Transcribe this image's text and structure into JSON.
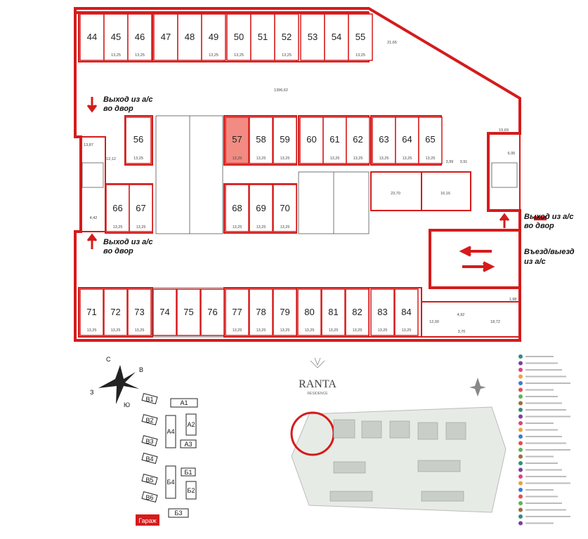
{
  "colors": {
    "wall": "#d51b1b",
    "highlight": "#f28b82",
    "garage": "#d51b1b"
  },
  "spots_top": [
    {
      "n": "44",
      "a": ""
    },
    {
      "n": "45",
      "a": "13,25"
    },
    {
      "n": "46",
      "a": "13,25"
    },
    {
      "n": "47",
      "a": ""
    },
    {
      "n": "48",
      "a": ""
    },
    {
      "n": "49",
      "a": "13,25"
    },
    {
      "n": "50",
      "a": "13,25"
    },
    {
      "n": "51",
      "a": ""
    },
    {
      "n": "52",
      "a": "13,25"
    },
    {
      "n": "53",
      "a": ""
    },
    {
      "n": "54",
      "a": ""
    },
    {
      "n": "55",
      "a": "13,25"
    }
  ],
  "spots_mid_upper": [
    {
      "n": "56",
      "a": "13,25"
    },
    {
      "n": "57",
      "a": "13,25"
    },
    {
      "n": "58",
      "a": "13,25"
    },
    {
      "n": "59",
      "a": "13,25"
    },
    {
      "n": "60",
      "a": ""
    },
    {
      "n": "61",
      "a": "13,25"
    },
    {
      "n": "62",
      "a": "13,25"
    },
    {
      "n": "63",
      "a": "13,25"
    },
    {
      "n": "64",
      "a": "13,25"
    },
    {
      "n": "65",
      "a": "13,25"
    }
  ],
  "spots_mid_lower": [
    {
      "n": "66",
      "a": "13,25"
    },
    {
      "n": "67",
      "a": "13,25"
    },
    {
      "n": "68",
      "a": "13,25"
    },
    {
      "n": "69",
      "a": "13,25"
    },
    {
      "n": "70",
      "a": "13,25"
    }
  ],
  "spots_bottom": [
    {
      "n": "71",
      "a": "13,25"
    },
    {
      "n": "72",
      "a": "13,25"
    },
    {
      "n": "73",
      "a": "13,25"
    },
    {
      "n": "74",
      "a": ""
    },
    {
      "n": "75",
      "a": ""
    },
    {
      "n": "76",
      "a": ""
    },
    {
      "n": "77",
      "a": "13,25"
    },
    {
      "n": "78",
      "a": "13,25"
    },
    {
      "n": "79",
      "a": "13,25"
    },
    {
      "n": "80",
      "a": "13,25"
    },
    {
      "n": "81",
      "a": "13,25"
    },
    {
      "n": "82",
      "a": "13,25"
    },
    {
      "n": "83",
      "a": "13,25"
    },
    {
      "n": "84",
      "a": "13,25"
    }
  ],
  "room_areas": {
    "corner": "21,65",
    "hall": "1396,62",
    "r1": "13,87",
    "r2": "12,12",
    "r3": "4,42",
    "r4": "19,69",
    "r5": "6,95",
    "r6": "3,99",
    "r7": "3,91",
    "r8": "23,70",
    "r9": "16,16",
    "r10": "1,98",
    "r11": "4,92",
    "r12": "12,00",
    "r13": "3,70",
    "r14": "18,72"
  },
  "exits": {
    "left_top_1": "Выход из а/с",
    "left_top_2": "во двор",
    "left_mid_1": "Выход из а/с",
    "left_mid_2": "во двор",
    "right_1": "Выход из а/с",
    "right_2": "во двор",
    "entry_1": "Въезд/выезд",
    "entry_2": "из а/с"
  },
  "compass": {
    "n": "С",
    "e": "В",
    "s": "Ю",
    "w": "З"
  },
  "buildings": {
    "a1": "А1",
    "a2": "А2",
    "a3": "А3",
    "a4": "А4",
    "b1": "Б1",
    "b2": "Б2",
    "b3": "Б3",
    "b4": "Б4",
    "v1": "В1",
    "v2": "В2",
    "v3": "В3",
    "v4": "В4",
    "v5": "В5",
    "v6": "В6",
    "garage": "Гараж"
  },
  "brand": {
    "name": "RANTA",
    "sub": "RESIDENCE"
  }
}
